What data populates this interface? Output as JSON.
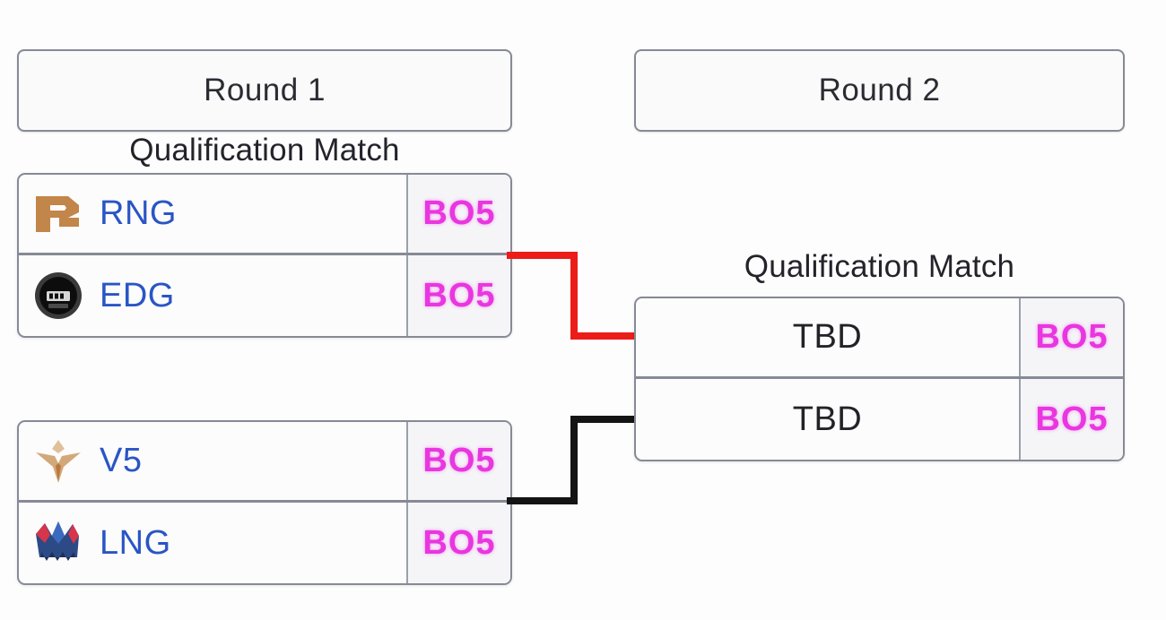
{
  "background_color": "#fdfdfd",
  "colors": {
    "team_name": "#2a55c4",
    "bo_label": "#e936e0",
    "box_border": "#868a95",
    "connector_upper": "#ec1c18",
    "connector_lower": "#141414",
    "tbd_text": "#222228",
    "header_text": "#2b2b33"
  },
  "rounds": [
    {
      "id": "round1",
      "header_label": "Round 1",
      "caption": "Qualification Match",
      "matches": [
        {
          "id": "match-r1-1",
          "teams": [
            {
              "logo": "rng-logo-icon",
              "name": "RNG",
              "format": "BO5"
            },
            {
              "logo": "edg-logo-icon",
              "name": "EDG",
              "format": "BO5"
            }
          ]
        },
        {
          "id": "match-r1-2",
          "teams": [
            {
              "logo": "v5-logo-icon",
              "name": "V5",
              "format": "BO5"
            },
            {
              "logo": "lng-logo-icon",
              "name": "LNG",
              "format": "BO5"
            }
          ]
        }
      ]
    },
    {
      "id": "round2",
      "header_label": "Round 2",
      "caption": "Qualification Match",
      "matches": [
        {
          "id": "match-r2-1",
          "teams": [
            {
              "logo": "",
              "name": "TBD",
              "format": "BO5"
            },
            {
              "logo": "",
              "name": "TBD",
              "format": "BO5"
            }
          ]
        }
      ]
    }
  ],
  "connectors": [
    {
      "name": "connector-match1-to-round2-upper",
      "color": "#ec1c18"
    },
    {
      "name": "connector-match2-to-round2-lower",
      "color": "#141414"
    }
  ]
}
